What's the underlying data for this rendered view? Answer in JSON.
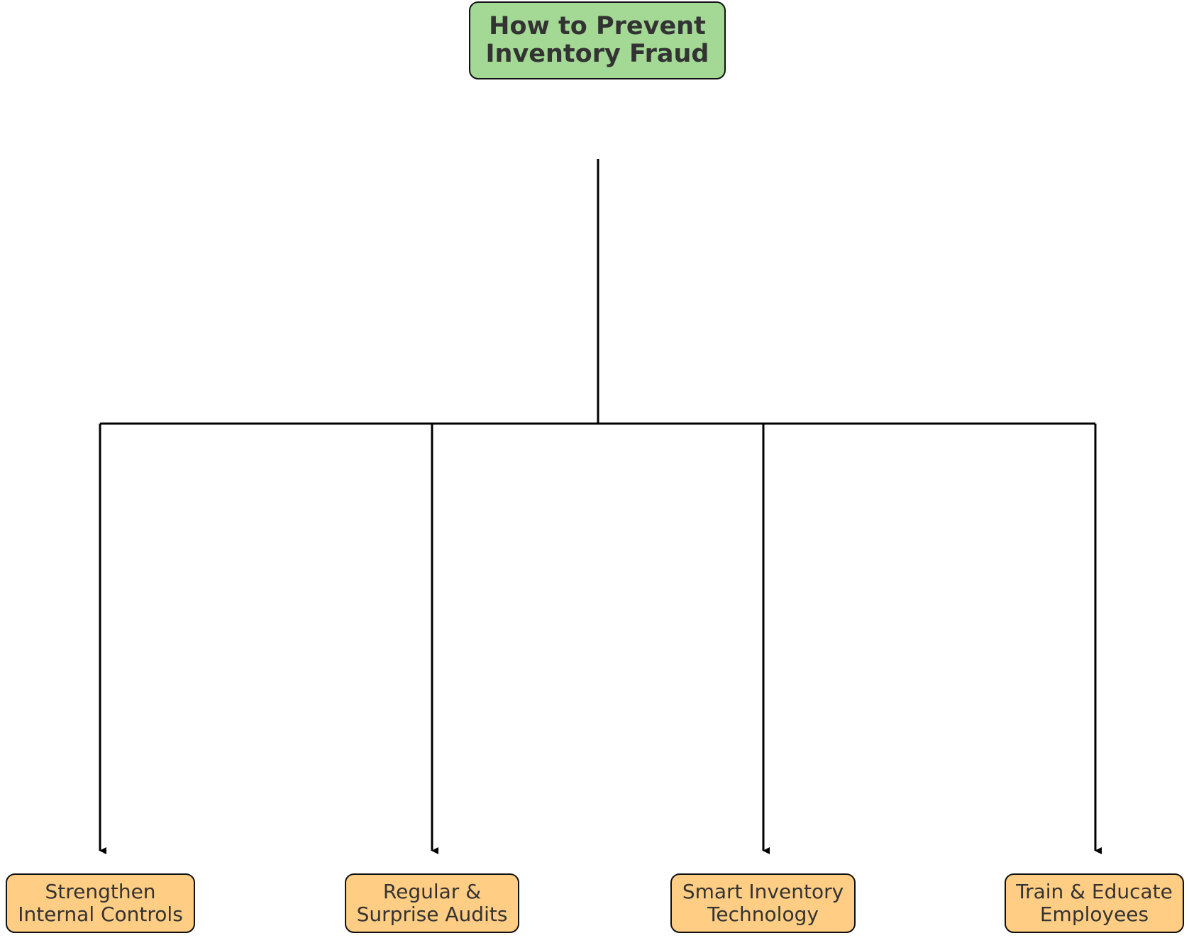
{
  "diagram": {
    "root": {
      "lines": [
        "How to Prevent",
        "Inventory Fraud"
      ],
      "fill": "#a3d994"
    },
    "children": [
      {
        "lines": [
          "Strengthen",
          "Internal Controls"
        ]
      },
      {
        "lines": [
          "Regular &",
          "Surprise Audits"
        ]
      },
      {
        "lines": [
          "Smart Inventory",
          "Technology"
        ]
      },
      {
        "lines": [
          "Train & Educate",
          "Employees"
        ]
      }
    ],
    "child_fill": "#ffcd83",
    "edge_color": "#000000"
  }
}
